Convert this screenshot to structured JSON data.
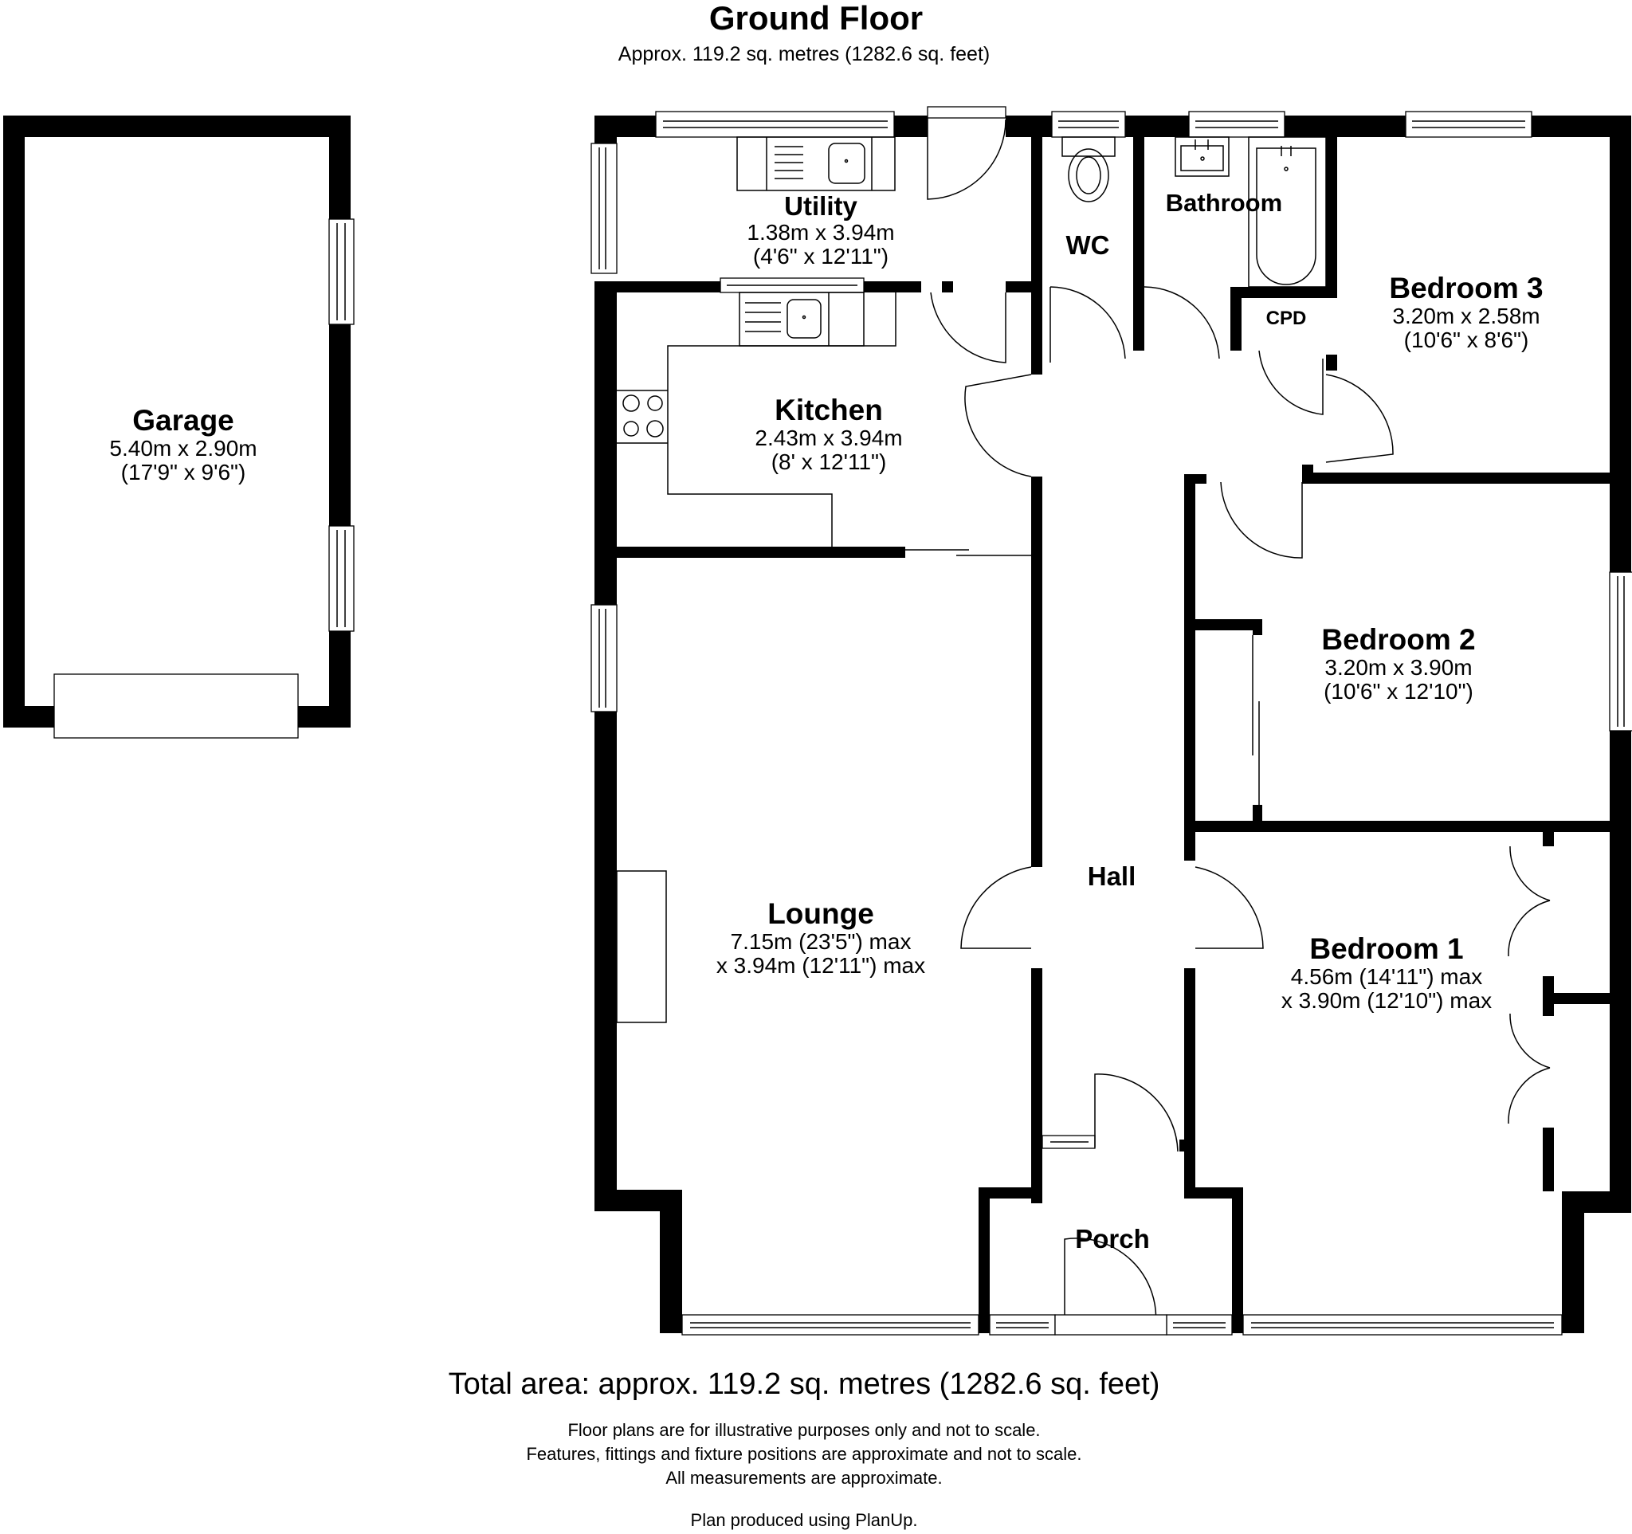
{
  "header": {
    "title": "Ground Floor",
    "subtitle": "Approx. 119.2 sq. metres (1282.6 sq. feet)"
  },
  "rooms": {
    "garage": {
      "name": "Garage",
      "dim1": "5.40m x 2.90m",
      "dim2": "(17'9\" x 9'6\")"
    },
    "utility": {
      "name": "Utility",
      "dim1": "1.38m x 3.94m",
      "dim2": "(4'6\" x 12'11\")"
    },
    "kitchen": {
      "name": "Kitchen",
      "dim1": "2.43m x 3.94m",
      "dim2": "(8' x 12'11\")"
    },
    "wc": {
      "name": "WC"
    },
    "bathroom": {
      "name": "Bathroom"
    },
    "cpd": {
      "name": "CPD"
    },
    "bedroom3": {
      "name": "Bedroom 3",
      "dim1": "3.20m x 2.58m",
      "dim2": "(10'6\" x 8'6\")"
    },
    "bedroom2": {
      "name": "Bedroom 2",
      "dim1": "3.20m x 3.90m",
      "dim2": "(10'6\" x 12'10\")"
    },
    "bedroom1": {
      "name": "Bedroom 1",
      "dim1": "4.56m (14'11\") max",
      "dim2": "x 3.90m (12'10\") max"
    },
    "lounge": {
      "name": "Lounge",
      "dim1": "7.15m (23'5\") max",
      "dim2": "x 3.94m (12'11\") max"
    },
    "hall": {
      "name": "Hall"
    },
    "porch": {
      "name": "Porch"
    }
  },
  "footer": {
    "total_area": "Total area: approx. 119.2 sq. metres (1282.6 sq. feet)",
    "disclaimer_1": "Floor plans are for illustrative purposes only and not to scale.",
    "disclaimer_2": "Features, fittings and fixture positions are approximate and not to scale.",
    "disclaimer_3": "All measurements are approximate.",
    "credit": "Plan produced using PlanUp."
  },
  "colors": {
    "wall": "#000000",
    "background": "#ffffff",
    "line": "#000000"
  }
}
